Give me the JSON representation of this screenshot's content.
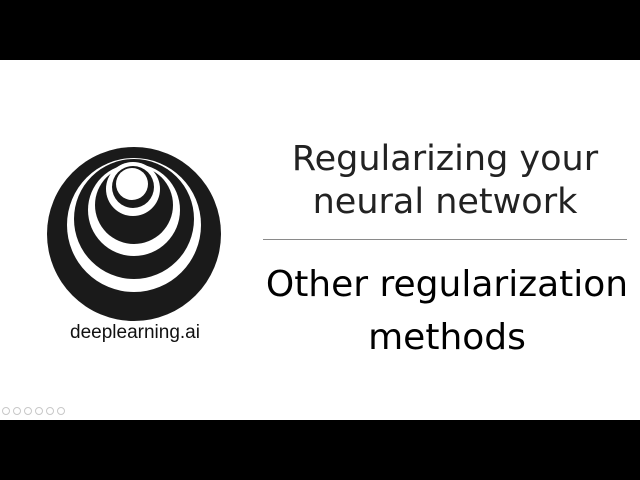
{
  "slide": {
    "title_lines": [
      "Regularizing your",
      "neural network"
    ],
    "subtitle_lines": [
      "Other regularization",
      "methods"
    ],
    "brand": "deeplearning.ai"
  },
  "colors": {
    "background": "#ffffff",
    "letterbox": "#000000",
    "logo": "#1a1a1a",
    "divider": "#8a8a8a"
  },
  "icons": {
    "logo": "deeplearning-ai-logo-icon"
  },
  "toolbar": {
    "buttons": [
      "previous-icon",
      "next-icon",
      "pen-icon",
      "slides-icon",
      "zoom-icon",
      "more-icon"
    ]
  }
}
